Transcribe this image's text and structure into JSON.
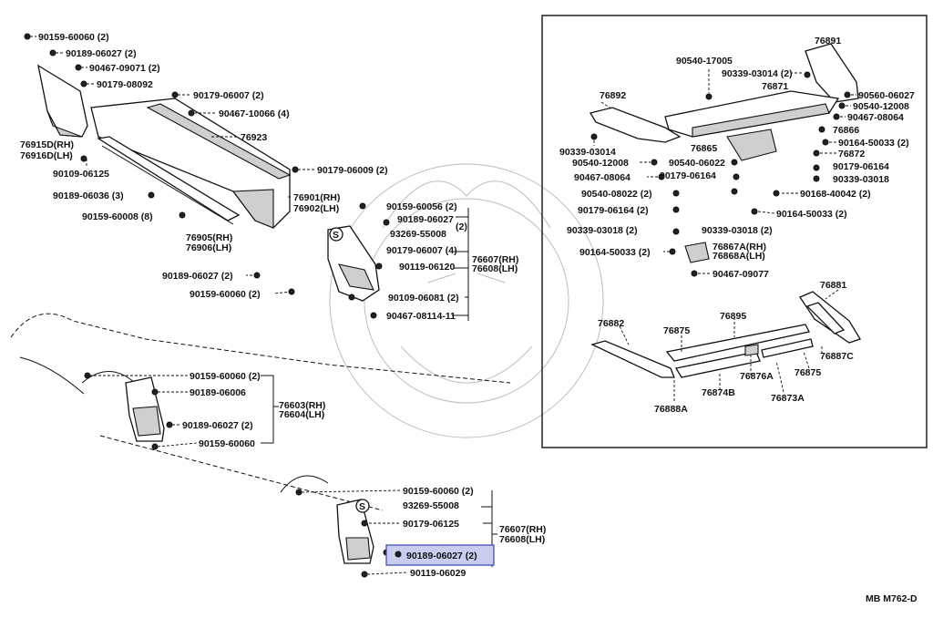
{
  "drawing_code": "MB M762-D",
  "labels": [
    {
      "id": "l1",
      "text": "90159-60060 (2)"
    },
    {
      "id": "l2",
      "text": "90189-06027 (2)"
    },
    {
      "id": "l3",
      "text": "90467-09071 (2)"
    },
    {
      "id": "l4",
      "text": "90179-08092"
    },
    {
      "id": "l5",
      "text": "90179-06007 (2)"
    },
    {
      "id": "l6",
      "text": "90467-10066 (4)"
    },
    {
      "id": "l7",
      "text": "76923"
    },
    {
      "id": "l8",
      "text": "76915D(RH)"
    },
    {
      "id": "l9",
      "text": "76916D(LH)"
    },
    {
      "id": "l10",
      "text": "90109-06125"
    },
    {
      "id": "l11",
      "text": "90179-06009 (2)"
    },
    {
      "id": "l12",
      "text": "90189-06036 (3)"
    },
    {
      "id": "l13",
      "text": "76901(RH)"
    },
    {
      "id": "l14",
      "text": "76902(LH)"
    },
    {
      "id": "l15",
      "text": "90159-60008 (8)"
    },
    {
      "id": "l16",
      "text": "90159-60056 (2)"
    },
    {
      "id": "l17",
      "text": "90189-06027"
    },
    {
      "id": "l18",
      "text": "(2)"
    },
    {
      "id": "l19",
      "text": "93269-55008"
    },
    {
      "id": "l20",
      "text": "76905(RH)"
    },
    {
      "id": "l21",
      "text": "76906(LH)"
    },
    {
      "id": "l22",
      "text": "90179-06007 (4)"
    },
    {
      "id": "l23",
      "text": "76607(RH)"
    },
    {
      "id": "l24",
      "text": "90119-06120"
    },
    {
      "id": "l25",
      "text": "76608(LH)"
    },
    {
      "id": "l26",
      "text": "90189-06027 (2)"
    },
    {
      "id": "l27",
      "text": "90109-06081 (2)"
    },
    {
      "id": "l28",
      "text": "90159-60060 (2)"
    },
    {
      "id": "l29",
      "text": "90467-08114-11"
    },
    {
      "id": "l30",
      "text": "90159-60060 (2)"
    },
    {
      "id": "l31",
      "text": "90189-06006"
    },
    {
      "id": "l32",
      "text": "76603(RH)"
    },
    {
      "id": "l33",
      "text": "76604(LH)"
    },
    {
      "id": "l34",
      "text": "90189-06027 (2)"
    },
    {
      "id": "l35",
      "text": "90159-60060"
    },
    {
      "id": "l36",
      "text": "90159-60060 (2)"
    },
    {
      "id": "l37",
      "text": "93269-55008"
    },
    {
      "id": "l38",
      "text": "90179-06125"
    },
    {
      "id": "l39",
      "text": "76607(RH)"
    },
    {
      "id": "l40",
      "text": "76608(LH)"
    },
    {
      "id": "l41",
      "text": "90189-06027 (2)"
    },
    {
      "id": "l42",
      "text": "90119-06029"
    },
    {
      "id": "r1",
      "text": "76891"
    },
    {
      "id": "r2",
      "text": "90540-17005"
    },
    {
      "id": "r3",
      "text": "90339-03014 (2)"
    },
    {
      "id": "r4",
      "text": "76871"
    },
    {
      "id": "r5",
      "text": "90560-06027"
    },
    {
      "id": "r6",
      "text": "76892"
    },
    {
      "id": "r7",
      "text": "90540-12008"
    },
    {
      "id": "r8",
      "text": "90467-08064"
    },
    {
      "id": "r9",
      "text": "76866"
    },
    {
      "id": "r10",
      "text": "76865"
    },
    {
      "id": "r11",
      "text": "90339-03014"
    },
    {
      "id": "r12",
      "text": "90164-50033 (2)"
    },
    {
      "id": "r13",
      "text": "76872"
    },
    {
      "id": "r14",
      "text": "90540-12008"
    },
    {
      "id": "r15",
      "text": "90540-06022"
    },
    {
      "id": "r16",
      "text": "90179-06164"
    },
    {
      "id": "r17",
      "text": "90467-08064"
    },
    {
      "id": "r18",
      "text": "90179-06164"
    },
    {
      "id": "r19",
      "text": "90339-03018"
    },
    {
      "id": "r20",
      "text": "90540-08022 (2)"
    },
    {
      "id": "r21",
      "text": "90168-40042 (2)"
    },
    {
      "id": "r22",
      "text": "90179-06164 (2)"
    },
    {
      "id": "r23",
      "text": "90164-50033 (2)"
    },
    {
      "id": "r24",
      "text": "90339-03018 (2)"
    },
    {
      "id": "r25",
      "text": "90339-03018 (2)"
    },
    {
      "id": "r26",
      "text": "90164-50033 (2)"
    },
    {
      "id": "r27",
      "text": "76867A(RH)"
    },
    {
      "id": "r28",
      "text": "76868A(LH)"
    },
    {
      "id": "r29",
      "text": "90467-09077"
    },
    {
      "id": "r30",
      "text": "76881"
    },
    {
      "id": "r31",
      "text": "76882"
    },
    {
      "id": "r32",
      "text": "76875"
    },
    {
      "id": "r33",
      "text": "76895"
    },
    {
      "id": "r34",
      "text": "76887C"
    },
    {
      "id": "r35",
      "text": "76875"
    },
    {
      "id": "r36",
      "text": "76876A"
    },
    {
      "id": "r37",
      "text": "76874B"
    },
    {
      "id": "r38",
      "text": "76873A"
    },
    {
      "id": "r39",
      "text": "76888A"
    }
  ],
  "highlight": {
    "label_id": "l41",
    "color": "#c9cdf0"
  },
  "s_badge": "S"
}
